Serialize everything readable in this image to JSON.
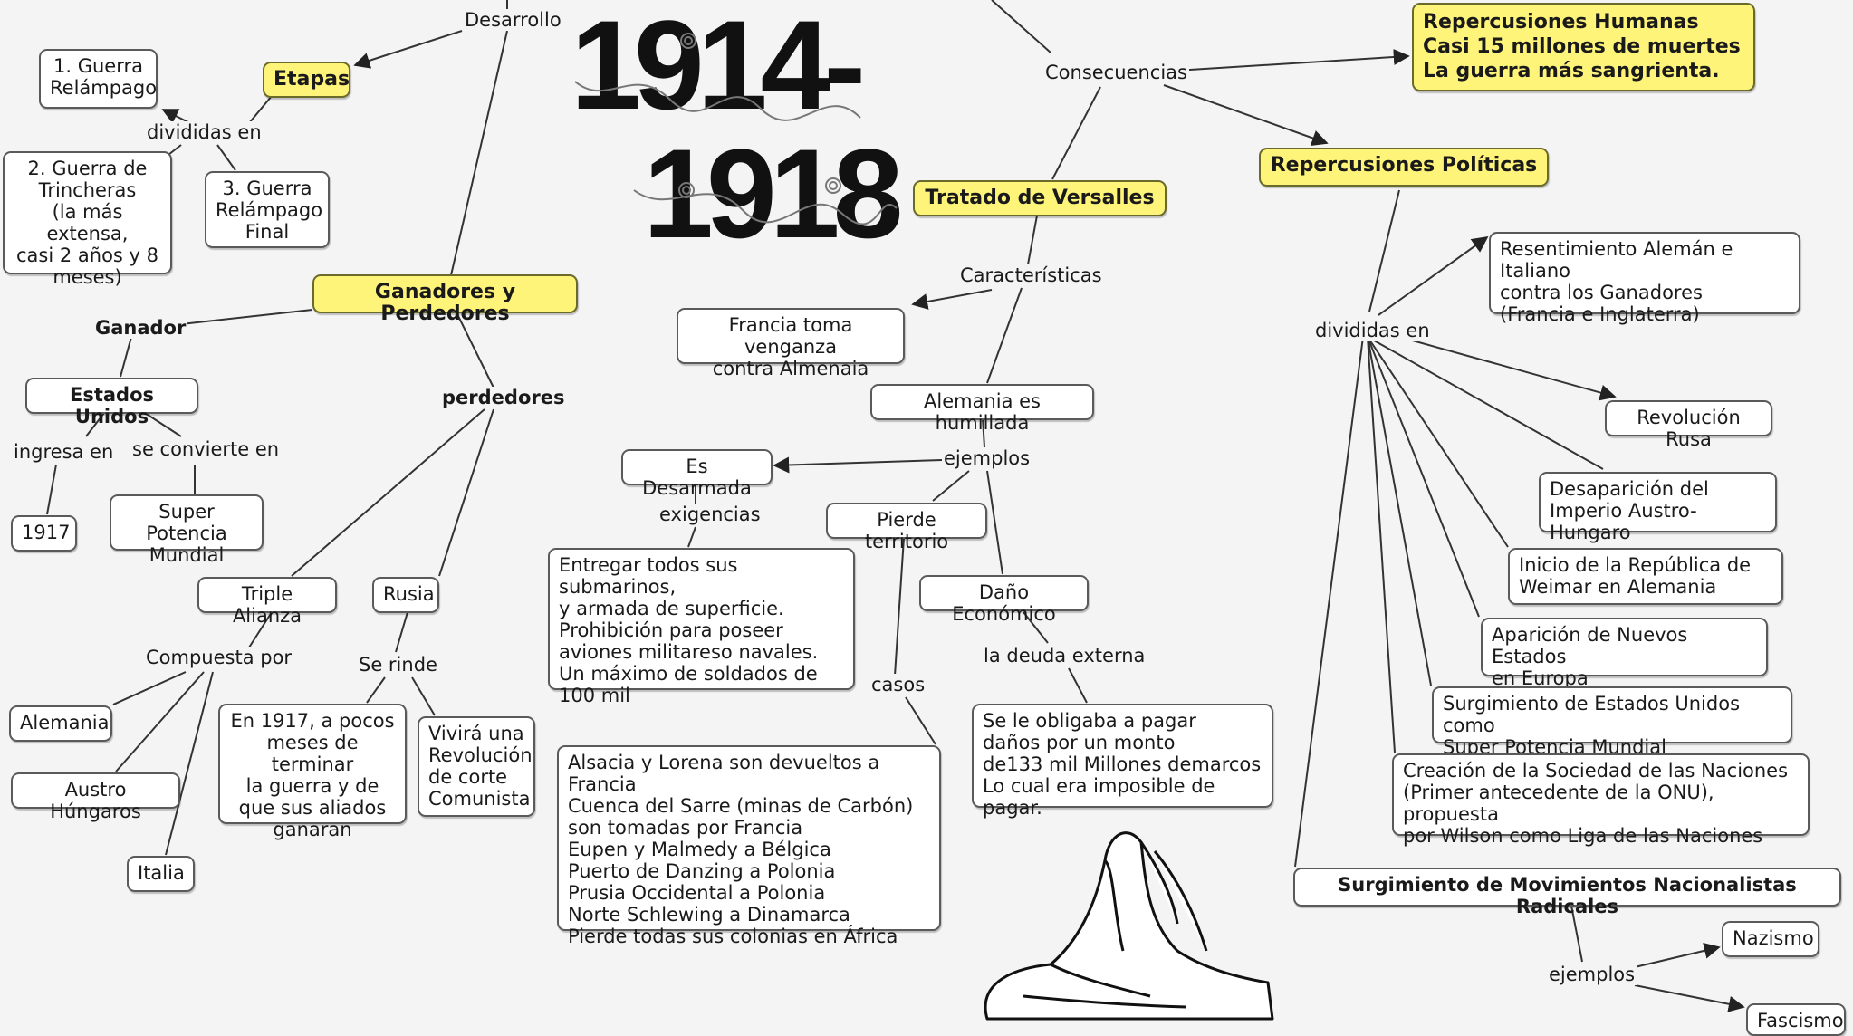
{
  "title": {
    "line1": "1914-",
    "line2": "1918"
  },
  "labels": {
    "desarrollo": "Desarrollo",
    "consecuencias": "Consecuencias",
    "divididas_en_etapas": "divididas en",
    "caracteristicas": "Características",
    "ganador": "Ganador",
    "perdedores": "perdedores",
    "ingresa_en": "ingresa en",
    "se_convierte_en": "se convierte en",
    "compuesta_por": "Compuesta por",
    "se_rinde": "Se rinde",
    "ejemplos_tratado": "ejemplos",
    "exigencias": "exigencias",
    "casos": "casos",
    "la_deuda_externa": "la deuda externa",
    "divididas_en_politicas": "divididas en",
    "ejemplos_nacionalistas": "ejemplos"
  },
  "nodes": {
    "etapas": "Etapas",
    "guerra_relampago": "1. Guerra\nRelámpago",
    "guerra_trincheras": "2. Guerra de\nTrincheras\n(la más extensa,\ncasi 2 años y 8\nmeses)",
    "guerra_relampago_final": "3. Guerra\nRelámpago\nFinal",
    "ganadores_perdedores": "Ganadores y Perdedores",
    "estados_unidos": "Estados Unidos",
    "anio_1917": "1917",
    "super_potencia": "Super Potencia\nMundial",
    "triple_alianza": "Triple Alianza",
    "rusia": "Rusia",
    "alemania": "Alemania",
    "austro_hungaros": "Austro Húngaros",
    "italia": "Italia",
    "rusia_1917": "En 1917, a pocos\nmeses de terminar\nla guerra y de\nque sus aliados\nganaran",
    "revolucion_comunista": "Vivirá una\nRevolución\nde corte\nComunista",
    "tratado_versalles": "Tratado de Versalles",
    "francia_venganza": "Francia toma venganza\ncontra Almenaia",
    "alemania_humillada": "Alemania es humillada",
    "es_desarmada": "Es Desarmada",
    "pierde_territorio": "Pierde territorio",
    "dano_economico": "Daño Económico",
    "exigencias_detalle": "Entregar todos sus submarinos,\ny armada de superficie.\nProhibición para poseer\naviones militareso navales.\nUn máximo de soldados de\n100 mil",
    "territorios_detalle": "Alsacia y Lorena son devueltos a Francia\nCuenca del Sarre (minas de Carbón)\nson tomadas por Francia\nEupen y Malmedy a Bélgica\nPuerto de Danzing a Polonia\nPrusia Occidental a Polonia\nNorte Schlewing a Dinamarca\nPierde todas sus colonias en África",
    "deuda_detalle": "Se le obligaba a pagar\ndaños por un monto\nde133 mil Millones demarcos\nLo cual era imposible de pagar.",
    "repercusiones_humanas": "Repercusiones Humanas\nCasi 15 millones de muertes\nLa guerra más sangrienta.",
    "repercusiones_politicas": "Repercusiones Políticas",
    "resentimiento": "Resentimiento Alemán e Italiano\ncontra los Ganadores\n(Francia e Inglaterra)",
    "revolucion_rusa": "Revolución Rusa",
    "desaparicion_imperio": "Desaparición del\nImperio Austro-Hungaro",
    "republica_weimar": "Inicio de la República de\nWeimar en Alemania",
    "nuevos_estados": "Aparición de Nuevos Estados\nen Europa",
    "eeuu_potencia": "Surgimiento de Estados Unidos como\nSuper Potencia Mundial",
    "sociedad_naciones": "Creación de la Sociedad de las Naciones\n(Primer antecedente de la ONU), propuesta\npor Wilson como Liga de las Naciones",
    "movimientos_nacionalistas": "Surgimiento de Movimientos Nacionalistas Radicales",
    "nazismo": "Nazismo",
    "fascismo": "Fascismo"
  },
  "colors": {
    "highlight": "#fff47a",
    "line": "#333333",
    "background": "#f4f4f4"
  }
}
